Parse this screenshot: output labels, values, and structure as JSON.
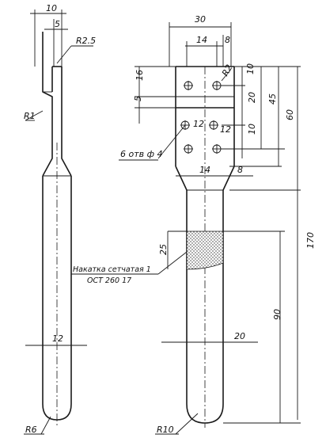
{
  "side_view": {
    "dim_top_width": "10",
    "dim_slot": "5",
    "radius_top": "R2.5",
    "radius_mid": "R1",
    "dim_handle": "12",
    "radius_tip": "R6"
  },
  "front_view": {
    "dim_head_width": "30",
    "dim_hole_spacing_top": "14",
    "dim_edge_top": "8",
    "radius_small": "R2",
    "dim_left_16": "16",
    "dim_left_5": "5",
    "dim_right_10a": "10",
    "dim_right_20": "20",
    "dim_right_10b": "10",
    "dim_45": "45",
    "dim_60": "60",
    "dim_170": "170",
    "dim_90": "90",
    "dim_inner_12a": "12",
    "dim_inner_12b": "12",
    "dim_hole_spacing_bottom": "14",
    "dim_edge_bottom": "8",
    "holes_note": "6 отв ф 4",
    "knurl_depth": "25",
    "knurl_note_line1": "Накатка сетчатая 1",
    "knurl_note_line2": "ОСТ 260 17",
    "dim_handle_width": "20",
    "radius_tip": "R10"
  }
}
